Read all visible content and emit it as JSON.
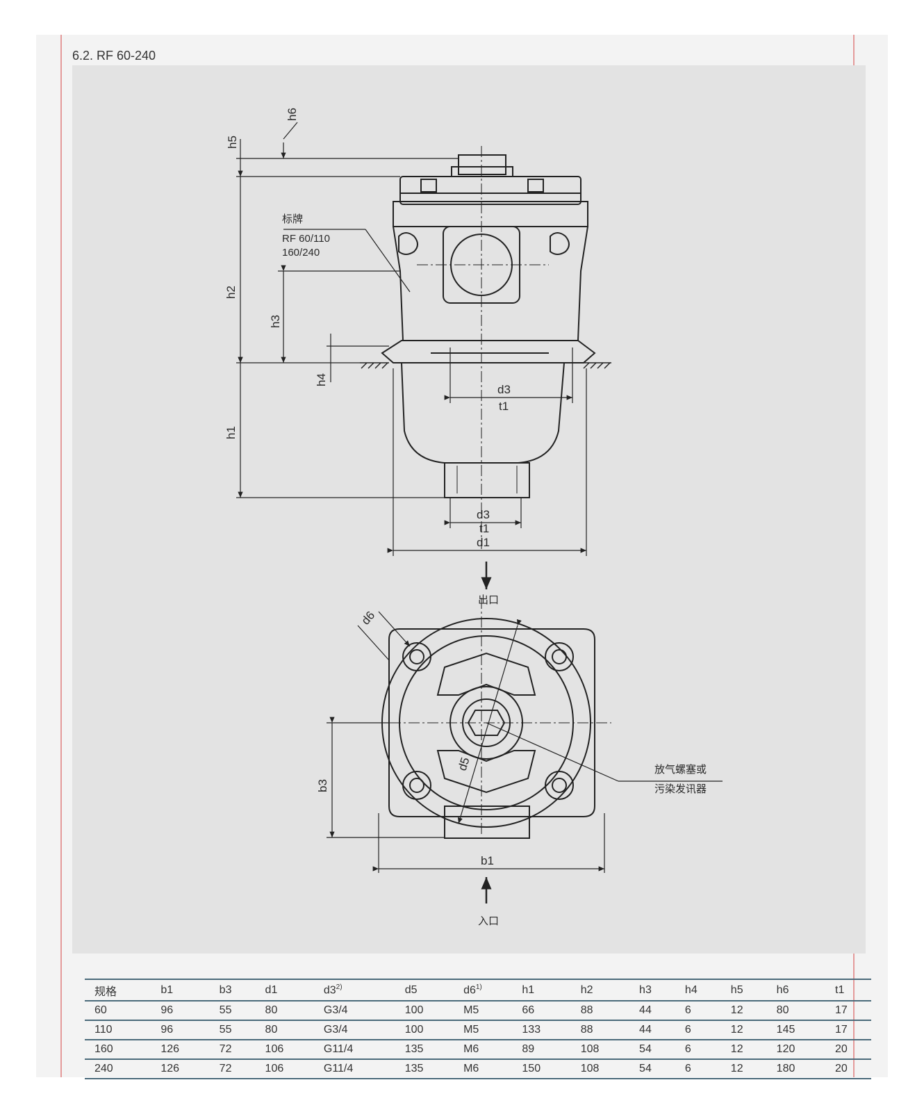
{
  "section_title": "6.2. RF 60-240",
  "drawing": {
    "labels": {
      "h5": "h5",
      "h6": "h6",
      "h2": "h2",
      "h3": "h3",
      "h4": "h4",
      "h1": "h1",
      "d3": "d3",
      "t1": "t1",
      "d1": "d1",
      "d6": "d6",
      "d5": "d5",
      "b3": "b3",
      "b1": "b1"
    },
    "nameplate_title": "标牌",
    "nameplate_line1": "RF 60/110",
    "nameplate_line2": "160/240",
    "outlet": "出口",
    "inlet": "入口",
    "vent_line1": "放气螺塞或",
    "vent_line2": "污染发讯器"
  },
  "table": {
    "headers": [
      "规格",
      "b1",
      "b3",
      "d1",
      "d3",
      "d5",
      "d6",
      "h1",
      "h2",
      "h3",
      "h4",
      "h5",
      "h6",
      "t1"
    ],
    "header_notes": {
      "d3": "2)",
      "d6": "1)"
    },
    "rows": [
      [
        "60",
        "96",
        "55",
        "80",
        "G3/4",
        "100",
        "M5",
        "66",
        "88",
        "44",
        "6",
        "12",
        "80",
        "17"
      ],
      [
        "110",
        "96",
        "55",
        "80",
        "G3/4",
        "100",
        "M5",
        "133",
        "88",
        "44",
        "6",
        "12",
        "145",
        "17"
      ],
      [
        "160",
        "126",
        "72",
        "106",
        "G11/4",
        "135",
        "M6",
        "89",
        "108",
        "54",
        "6",
        "12",
        "120",
        "20"
      ],
      [
        "240",
        "126",
        "72",
        "106",
        "G11/4",
        "135",
        "M6",
        "150",
        "108",
        "54",
        "6",
        "12",
        "180",
        "20"
      ]
    ]
  }
}
